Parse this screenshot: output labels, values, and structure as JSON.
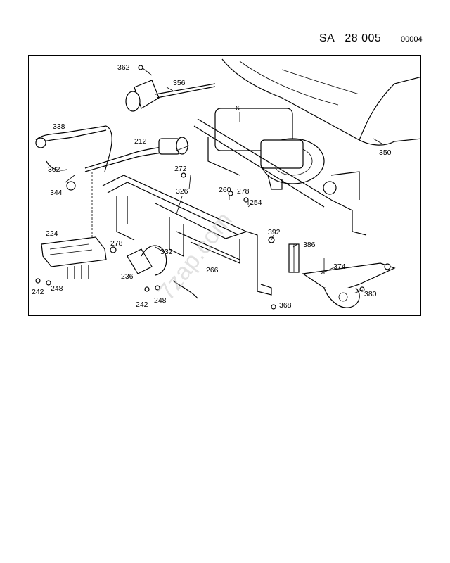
{
  "header": {
    "prefix": "SA",
    "number": "28 005",
    "sub": "00004"
  },
  "watermark": "7zap.com",
  "callouts": [
    {
      "id": "c362",
      "text": "362"
    },
    {
      "id": "c356",
      "text": "356"
    },
    {
      "id": "c6",
      "text": "6"
    },
    {
      "id": "c338",
      "text": "338"
    },
    {
      "id": "c212",
      "text": "212"
    },
    {
      "id": "c350",
      "text": "350"
    },
    {
      "id": "c302",
      "text": "302"
    },
    {
      "id": "c272",
      "text": "272"
    },
    {
      "id": "c344",
      "text": "344"
    },
    {
      "id": "c326",
      "text": "326"
    },
    {
      "id": "c260",
      "text": "260"
    },
    {
      "id": "c278a",
      "text": "278"
    },
    {
      "id": "c254",
      "text": "254"
    },
    {
      "id": "c224",
      "text": "224"
    },
    {
      "id": "c392",
      "text": "392"
    },
    {
      "id": "c278b",
      "text": "278"
    },
    {
      "id": "c332",
      "text": "332"
    },
    {
      "id": "c386",
      "text": "386"
    },
    {
      "id": "c374",
      "text": "374"
    },
    {
      "id": "c266",
      "text": "266"
    },
    {
      "id": "c236",
      "text": "236"
    },
    {
      "id": "c242a",
      "text": "242"
    },
    {
      "id": "c248a",
      "text": "248"
    },
    {
      "id": "c380",
      "text": "380"
    },
    {
      "id": "c242b",
      "text": "242"
    },
    {
      "id": "c248b",
      "text": "248"
    },
    {
      "id": "c368",
      "text": "368"
    }
  ]
}
